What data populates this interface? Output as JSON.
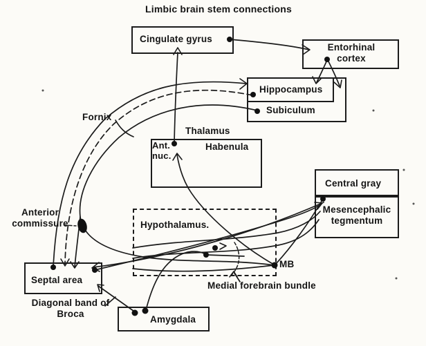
{
  "title": "Limbic brain stem connections",
  "colors": {
    "ink": "#1b1b1b",
    "background": "#fcfbf7"
  },
  "nodes": {
    "cingulate_gyrus": {
      "label": "Cingulate gyrus"
    },
    "entorhinal_cortex": {
      "label": "Entorhinal cortex"
    },
    "hippocampus": {
      "label": "Hippocampus"
    },
    "subiculum": {
      "label": "Subiculum"
    },
    "thalamus": {
      "label": "Thalamus"
    },
    "ant_nuc": {
      "label": "Ant. nuc."
    },
    "habenula": {
      "label": "Habenula"
    },
    "central_gray": {
      "label": "Central gray"
    },
    "mesencephalic_tegmentum": {
      "label": "Mesencephalic tegmentum"
    },
    "hypothalamus": {
      "label": "Hypothalamus."
    },
    "septal_area": {
      "label": "Septal area"
    },
    "amygdala": {
      "label": "Amygdala"
    },
    "mb": {
      "label": "MB"
    }
  },
  "labels": {
    "fornix": "Fornix",
    "anterior_commissure": "Anterior commissure",
    "diagonal_band": "Diagonal band of Broca",
    "medial_forebrain_bundle": "Medial forebrain bundle"
  },
  "connections": [
    {
      "from": "Ant. nuc.",
      "to": "Cingulate gyrus",
      "style": "solid"
    },
    {
      "from": "Cingulate gyrus",
      "to": "Entorhinal cortex",
      "style": "solid"
    },
    {
      "from": "Entorhinal cortex",
      "to": "Hippocampus",
      "style": "solid"
    },
    {
      "from": "Entorhinal cortex",
      "to": "Subiculum",
      "style": "solid"
    },
    {
      "from": "Hippocampus",
      "to": "Septal area",
      "via": "Fornix",
      "style": "dashed"
    },
    {
      "from": "Septal area",
      "to": "Hippocampus",
      "via": "Fornix",
      "style": "solid"
    },
    {
      "from": "Subiculum",
      "to": "MB",
      "via": "Fornix / Medial forebrain bundle",
      "style": "solid"
    },
    {
      "from": "MB",
      "to": "Ant. nuc.",
      "style": "solid"
    },
    {
      "from": "Septal area",
      "to": "Mesencephalic tegmentum",
      "via": "Medial forebrain bundle",
      "style": "solid"
    },
    {
      "from": "Central gray",
      "to": "Septal area",
      "via": "Medial forebrain bundle",
      "style": "solid"
    },
    {
      "from": "Central gray",
      "to": "MB",
      "style": "solid"
    },
    {
      "from": "Amygdala",
      "to": "Septal area",
      "via": "Diagonal band of Broca",
      "style": "solid"
    },
    {
      "from": "Amygdala",
      "to": "Hypothalamus",
      "style": "solid"
    }
  ]
}
